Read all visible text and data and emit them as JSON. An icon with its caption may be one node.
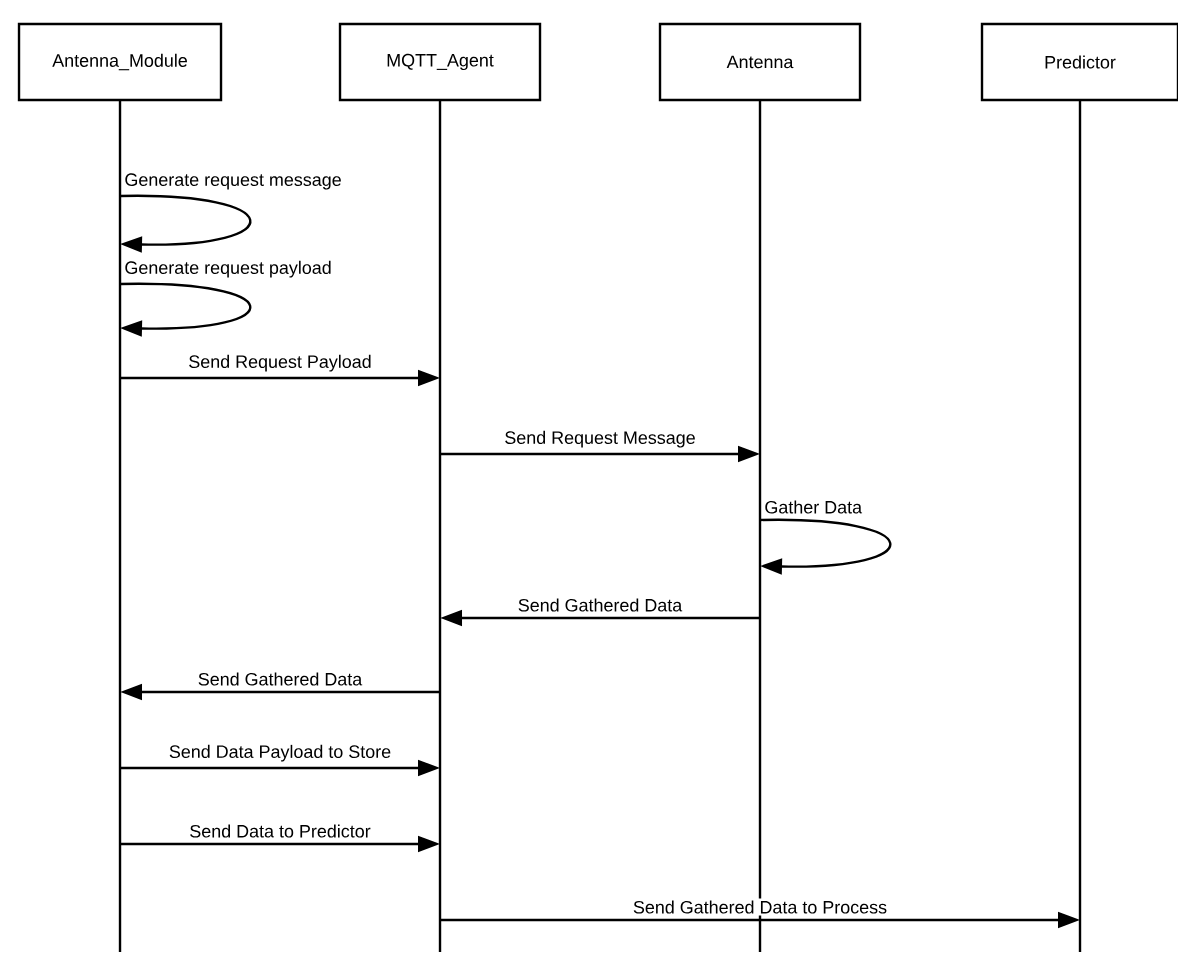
{
  "diagram": {
    "nodes": [
      {
        "text": [
          "Antenna_Module"
        ]
      },
      {
        "text": [
          "MQTT_Agent"
        ]
      },
      {
        "text": [
          "Antenna"
        ]
      },
      {
        "text": [
          "Predictor"
        ]
      }
    ],
    "edges": [
      {
        "from": 0,
        "to": 0,
        "arrow": "to",
        "label": "Generate request message"
      },
      {
        "from": 0,
        "to": 0,
        "arrow": "to",
        "label": "Generate request payload"
      },
      {
        "from": 0,
        "to": 1,
        "arrow": "to",
        "label": "Send Request Payload"
      },
      {
        "from": 1,
        "to": 2,
        "arrow": "to",
        "label": "Send Request Message"
      },
      {
        "from": 2,
        "to": 2,
        "arrow": "to",
        "label": "Gather Data"
      },
      {
        "from": 2,
        "to": 1,
        "arrow": "to",
        "label": "Send Gathered Data"
      },
      {
        "from": 1,
        "to": 0,
        "arrow": "to",
        "label": "Send Gathered Data"
      },
      {
        "from": 0,
        "to": 1,
        "arrow": "to",
        "label": "Send Data Payload to Store"
      },
      {
        "from": 0,
        "to": 1,
        "arrow": "to",
        "label": "Send Data to Predictor"
      },
      {
        "from": 1,
        "to": 3,
        "arrow": "to",
        "label": "Send Gathered Data to Process"
      }
    ]
  }
}
